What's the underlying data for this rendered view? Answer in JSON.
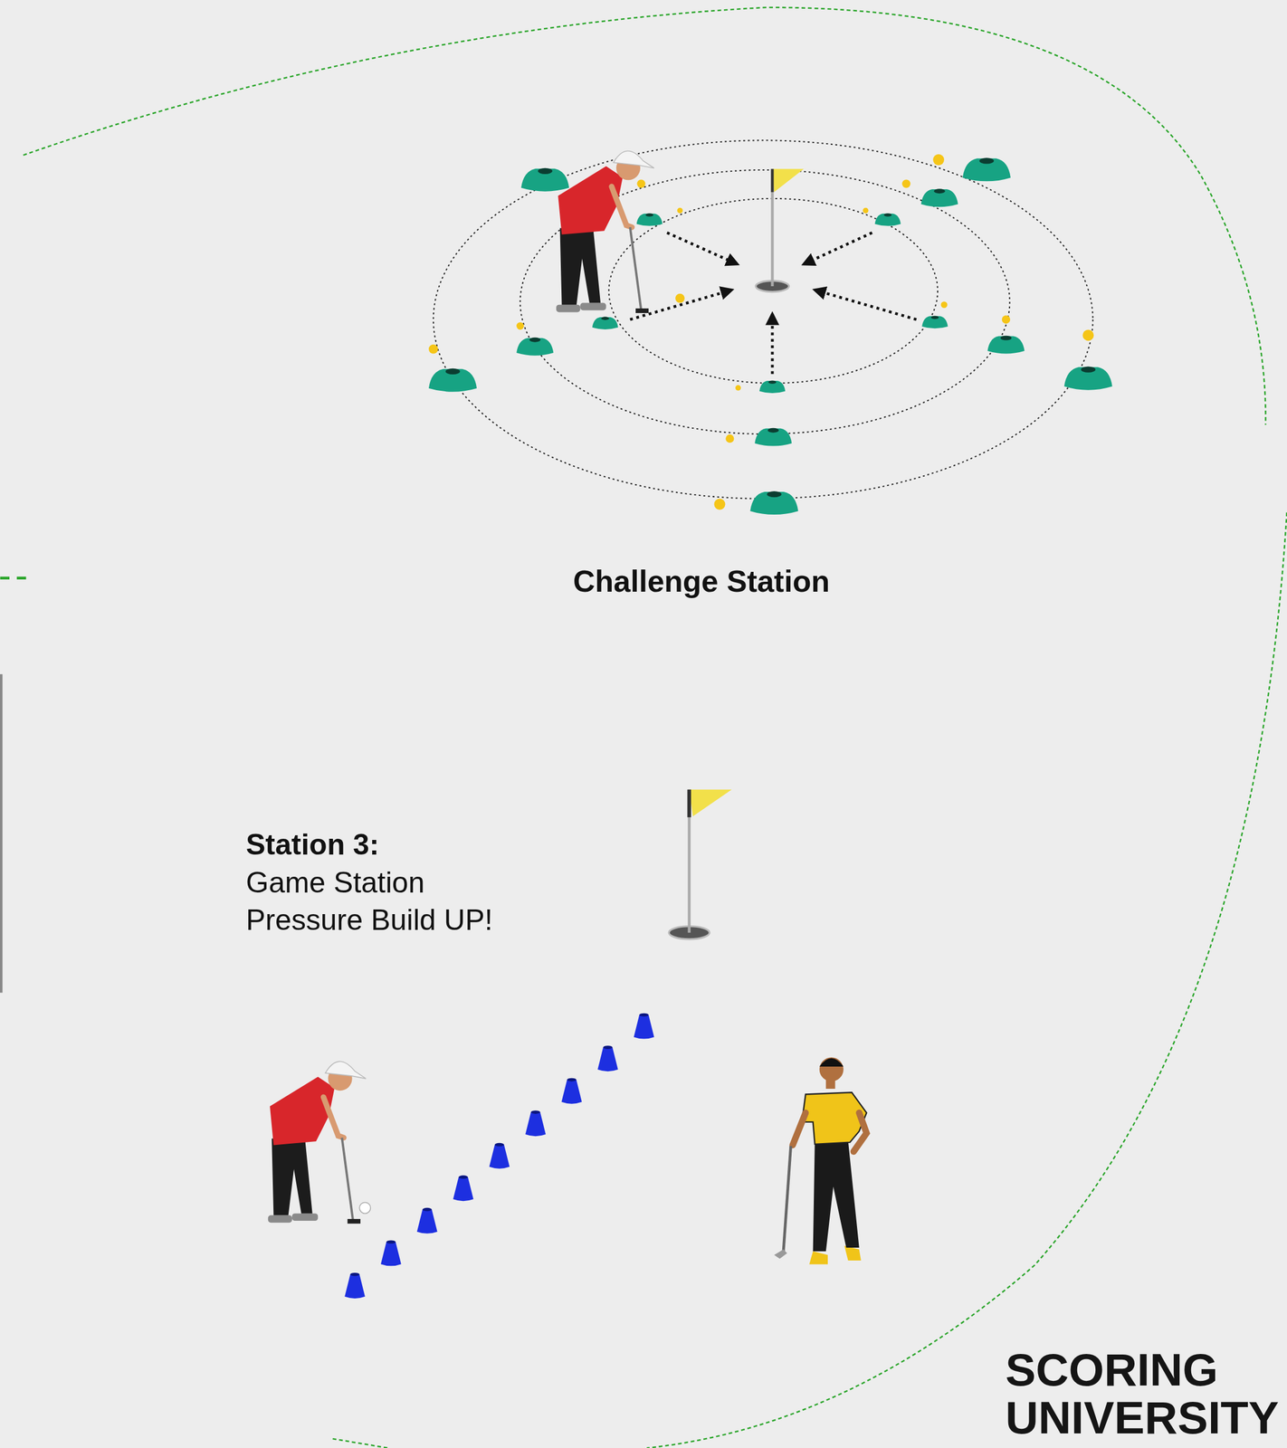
{
  "diagram": {
    "labels": [
      "Challenge Station",
      "Station 3:",
      "Game Station",
      "Pressure Build UP!",
      "SCORING UNIVERSITY"
    ]
  }
}
